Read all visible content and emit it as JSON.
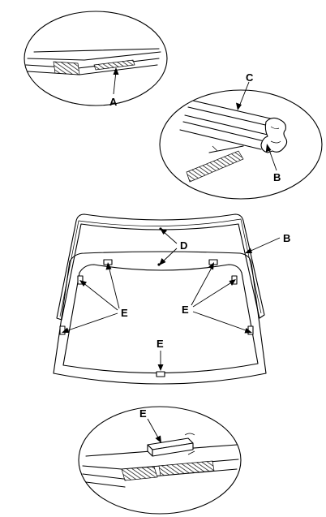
{
  "labels": {
    "a": "A",
    "b_detail": "B",
    "c": "C",
    "d": "D",
    "b_main": "B",
    "e_left": "E",
    "e_right": "E",
    "e_center": "E",
    "e_detail": "E"
  },
  "colors": {
    "line": "#000000",
    "background": "#ffffff"
  }
}
